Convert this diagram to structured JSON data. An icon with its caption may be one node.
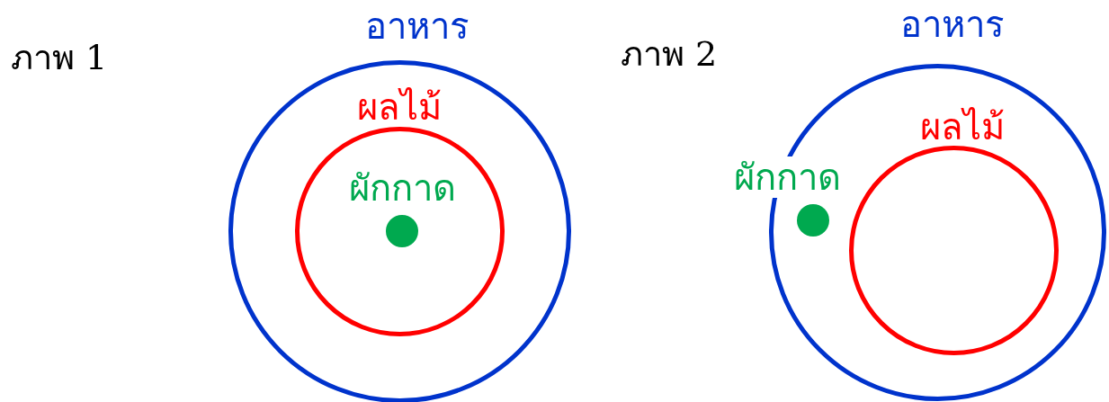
{
  "diagram": {
    "nodes": [
      {
        "text": [
          "อาหาร"
        ]
      },
      {
        "text": [
          "ผลไม้"
        ],
        "in": 0
      },
      {
        "text": [
          "ผักกาด"
        ],
        "in": 1
      },
      {
        "text": [
          "อาหาร"
        ]
      },
      {
        "text": [
          "ผลไม้"
        ],
        "in": 3
      },
      {
        "text": [
          "ผักกาด"
        ],
        "in": 3
      }
    ],
    "labels": [
      "ภาพ 1",
      "ภาพ 2"
    ]
  }
}
